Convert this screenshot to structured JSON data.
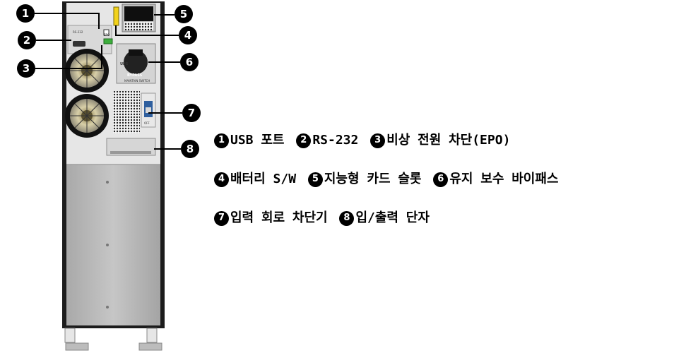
{
  "callouts": [
    {
      "num": "1",
      "label": "USB 포트"
    },
    {
      "num": "2",
      "label": "RS-232"
    },
    {
      "num": "3",
      "label": "비상 전원 차단(EPO)"
    },
    {
      "num": "4",
      "label": "배터리 S/W"
    },
    {
      "num": "5",
      "label": "지능형 카드 슬롯"
    },
    {
      "num": "6",
      "label": "유지 보수 바이패스"
    },
    {
      "num": "7",
      "label": "입력 회로 차단기"
    },
    {
      "num": "8",
      "label": "입/출력 단자"
    }
  ],
  "device": {
    "rs232_label": "RS-232",
    "epo_label": "EPO",
    "bypass_label": "BYPASS",
    "ups_label": "UPS",
    "maintain_switch_label": "MAINTAIN SWITCH",
    "off_label": "OFF"
  },
  "colors": {
    "cabinet_dark": "#1c1c1c",
    "lower_panel": "#b9b9b9",
    "usb_yellow": "#f2d21b",
    "epo_green": "#3cae3c",
    "callout_badge": "#000000"
  }
}
